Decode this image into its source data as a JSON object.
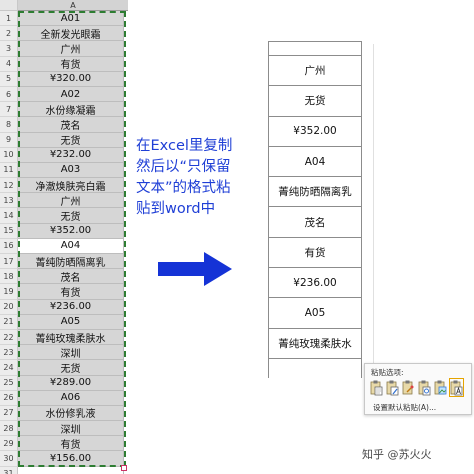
{
  "excel": {
    "column_header": "A",
    "rows": [
      {
        "num": "1",
        "value": "A01"
      },
      {
        "num": "2",
        "value": "全新发光眼霜"
      },
      {
        "num": "3",
        "value": "广州"
      },
      {
        "num": "4",
        "value": "有货"
      },
      {
        "num": "5",
        "value": "¥320.00"
      },
      {
        "num": "6",
        "value": "A02"
      },
      {
        "num": "7",
        "value": "水份缘凝霜"
      },
      {
        "num": "8",
        "value": "茂名"
      },
      {
        "num": "9",
        "value": "无货"
      },
      {
        "num": "10",
        "value": "¥232.00"
      },
      {
        "num": "11",
        "value": "A03"
      },
      {
        "num": "12",
        "value": "净澈焕肤亮白霜"
      },
      {
        "num": "13",
        "value": "广州"
      },
      {
        "num": "14",
        "value": "无货"
      },
      {
        "num": "15",
        "value": "¥352.00"
      },
      {
        "num": "16",
        "value": "A04"
      },
      {
        "num": "17",
        "value": "菁纯防晒隔离乳"
      },
      {
        "num": "18",
        "value": "茂名"
      },
      {
        "num": "19",
        "value": "有货"
      },
      {
        "num": "20",
        "value": "¥236.00"
      },
      {
        "num": "21",
        "value": "A05"
      },
      {
        "num": "22",
        "value": "菁纯玫瑰柔肤水"
      },
      {
        "num": "23",
        "value": "深圳"
      },
      {
        "num": "24",
        "value": "无货"
      },
      {
        "num": "25",
        "value": "¥289.00"
      },
      {
        "num": "26",
        "value": "A06"
      },
      {
        "num": "27",
        "value": "水份修乳液"
      },
      {
        "num": "28",
        "value": "深圳"
      },
      {
        "num": "29",
        "value": "有货"
      },
      {
        "num": "30",
        "value": "¥156.00"
      },
      {
        "num": "31",
        "value": ""
      }
    ]
  },
  "instruction": {
    "line1": "在Excel里复制",
    "line2": "然后以“只保留",
    "line3": "文本”的格式粘",
    "line4": "贴到word中"
  },
  "word_table": {
    "cells": [
      "广州",
      "无货",
      "¥352.00",
      "A04",
      "菁纯防晒隔离乳",
      "茂名",
      "有货",
      "¥236.00",
      "A05",
      "菁纯玫瑰柔肤水"
    ]
  },
  "paste_popup": {
    "title": "粘贴选项:",
    "link": "设置默认粘贴(A)...",
    "icons": [
      "keep-source-format-icon",
      "use-destination-styles-icon",
      "link-keep-source-icon",
      "link-destination-icon",
      "picture-icon",
      "keep-text-only-icon"
    ]
  },
  "colors": {
    "instruction_text": "#1f3fd6",
    "arrow": "#1533d6",
    "selection_border": "#2e7d32",
    "selected_icon_outline": "#e5a400"
  },
  "watermark": "知乎 @苏火火"
}
